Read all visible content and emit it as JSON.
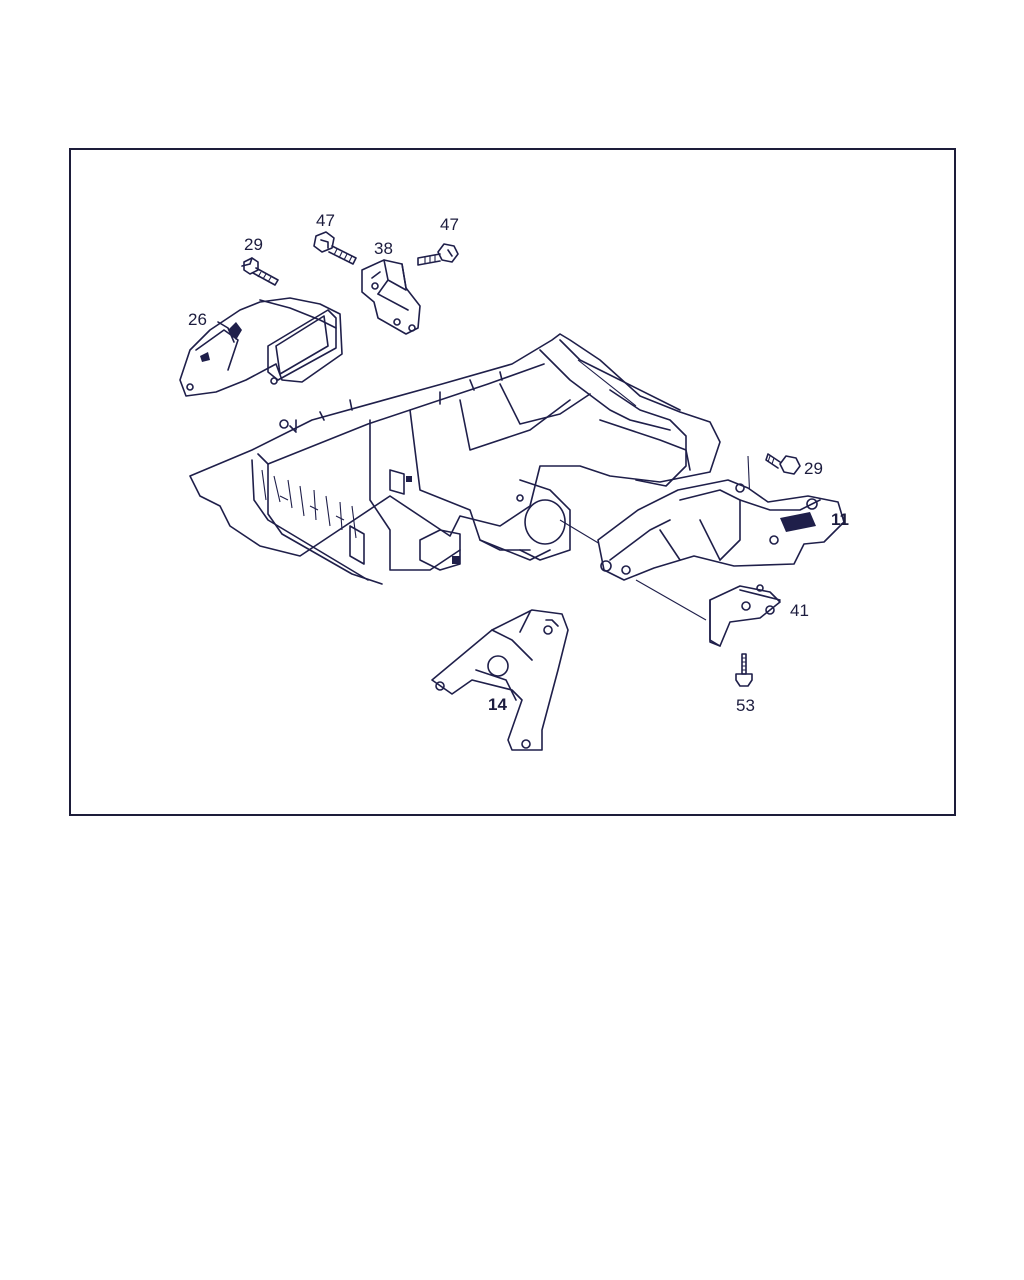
{
  "callouts": {
    "c29a": "29",
    "c47a": "47",
    "c38": "38",
    "c47b": "47",
    "c26": "26",
    "c29b": "29",
    "c11": "11",
    "c41": "41",
    "c14": "14",
    "c53": "53"
  },
  "colors": {
    "ink": "#1f1f4a",
    "background": "#ffffff"
  }
}
